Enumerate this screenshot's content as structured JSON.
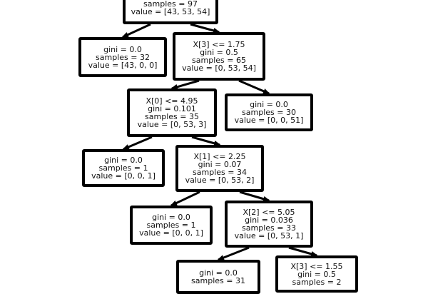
{
  "tree": {
    "nodes": [
      {
        "id": "root",
        "lines": [
          "samples = 97",
          "value = [43, 53, 54]"
        ]
      },
      {
        "id": "n1",
        "lines": [
          "gini = 0.0",
          "samples = 32",
          "value = [43, 0, 0]"
        ]
      },
      {
        "id": "n2",
        "lines": [
          "X[3] <= 1.75",
          "gini = 0.5",
          "samples = 65",
          "value = [0, 53, 54]"
        ]
      },
      {
        "id": "n3",
        "lines": [
          "X[0] <= 4.95",
          "gini = 0.101",
          "samples = 35",
          "value = [0, 53, 3]"
        ]
      },
      {
        "id": "n4",
        "lines": [
          "gini = 0.0",
          "samples = 30",
          "value = [0, 0, 51]"
        ]
      },
      {
        "id": "n5",
        "lines": [
          "gini = 0.0",
          "samples = 1",
          "value = [0, 0, 1]"
        ]
      },
      {
        "id": "n6",
        "lines": [
          "X[1] <= 2.25",
          "gini = 0.07",
          "samples = 34",
          "value = [0, 53, 2]"
        ]
      },
      {
        "id": "n7",
        "lines": [
          "gini = 0.0",
          "samples = 1",
          "value = [0, 0, 1]"
        ]
      },
      {
        "id": "n8",
        "lines": [
          "X[2] <= 5.05",
          "gini = 0.036",
          "samples = 33",
          "value = [0, 53, 1]"
        ]
      },
      {
        "id": "n9",
        "lines": [
          "gini = 0.0",
          "samples = 31"
        ]
      },
      {
        "id": "n10",
        "lines": [
          "X[3] <= 1.55",
          "gini = 0.5",
          "samples = 2"
        ]
      }
    ],
    "edges": [
      [
        "root",
        "n1"
      ],
      [
        "root",
        "n2"
      ],
      [
        "n2",
        "n3"
      ],
      [
        "n2",
        "n4"
      ],
      [
        "n3",
        "n5"
      ],
      [
        "n3",
        "n6"
      ],
      [
        "n6",
        "n7"
      ],
      [
        "n6",
        "n8"
      ],
      [
        "n8",
        "n9"
      ],
      [
        "n8",
        "n10"
      ]
    ]
  }
}
